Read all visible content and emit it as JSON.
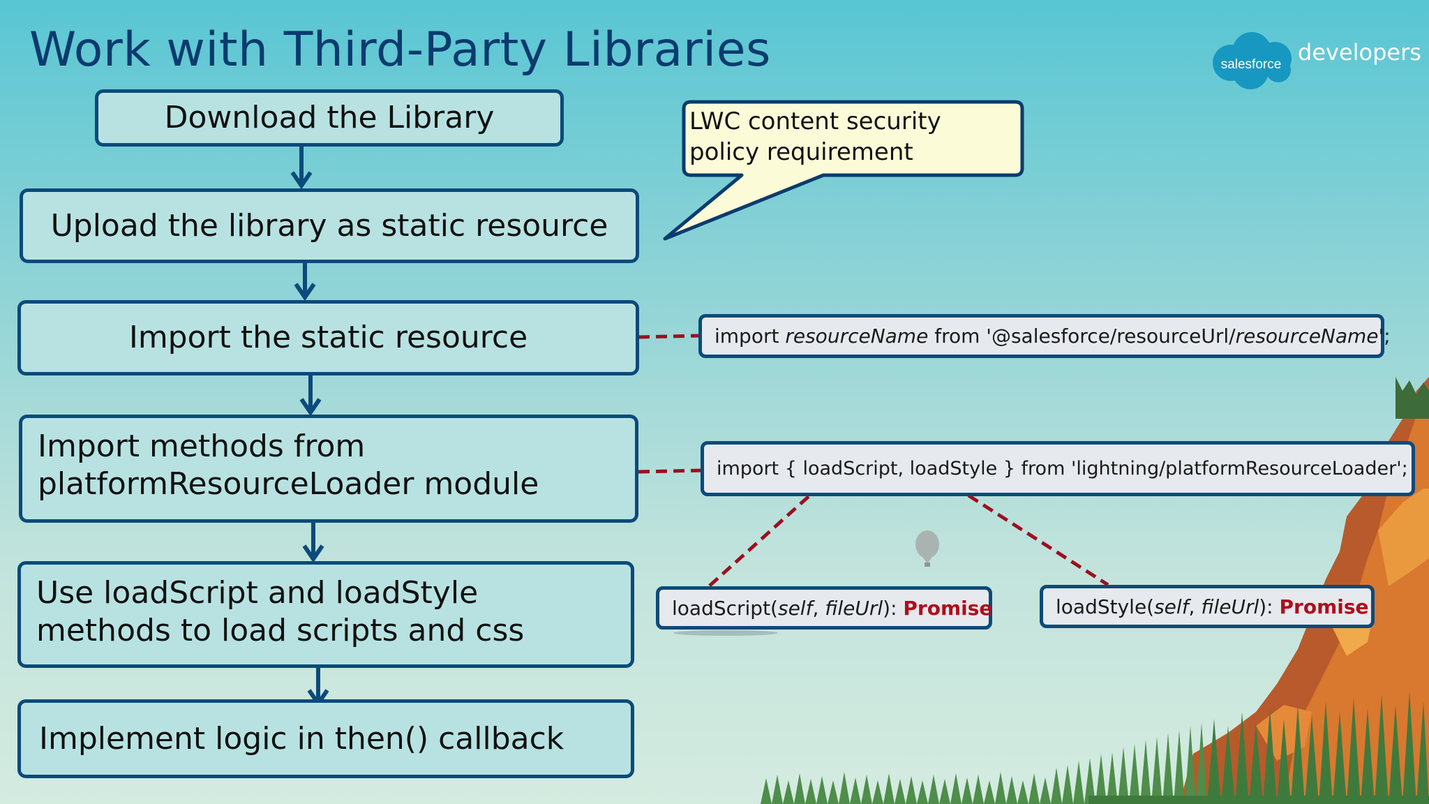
{
  "title": "Work with Third-Party Libraries",
  "logo": {
    "cloud_text": "salesforce",
    "suffix": "developers"
  },
  "steps": [
    "Download the Library",
    "Upload the library as static resource",
    "Import the static resource",
    [
      "Import methods from",
      "platformResourceLoader module"
    ],
    [
      "Use loadScript and loadStyle",
      "methods to load scripts and css"
    ],
    "Implement logic in then() callback"
  ],
  "callout": [
    "LWC content security",
    "policy requirement"
  ],
  "code": {
    "import_resource": {
      "p1": "import ",
      "p2": "resourceName",
      "p3": " from '@salesforce/resourceUrl/",
      "p4": "resourceName",
      "p5": "';"
    },
    "import_loader": "import { loadScript, loadStyle } from 'lightning/platformResourceLoader';",
    "load_script": {
      "name": "loadScript(",
      "arg1": "self",
      "sep": ", ",
      "arg2": "fileUrl",
      "close": "): ",
      "ret": "Promise"
    },
    "load_style": {
      "name": "loadStyle(",
      "arg1": "self",
      "sep": ", ",
      "arg2": "fileUrl",
      "close": "): ",
      "ret": "Promise"
    }
  },
  "colors": {
    "box_border": "#0b4a7a",
    "arrow": "#0b4a7a",
    "dashed": "#9b1020",
    "promise": "#b00d1d",
    "callout_fill": "#fbfbd8"
  }
}
